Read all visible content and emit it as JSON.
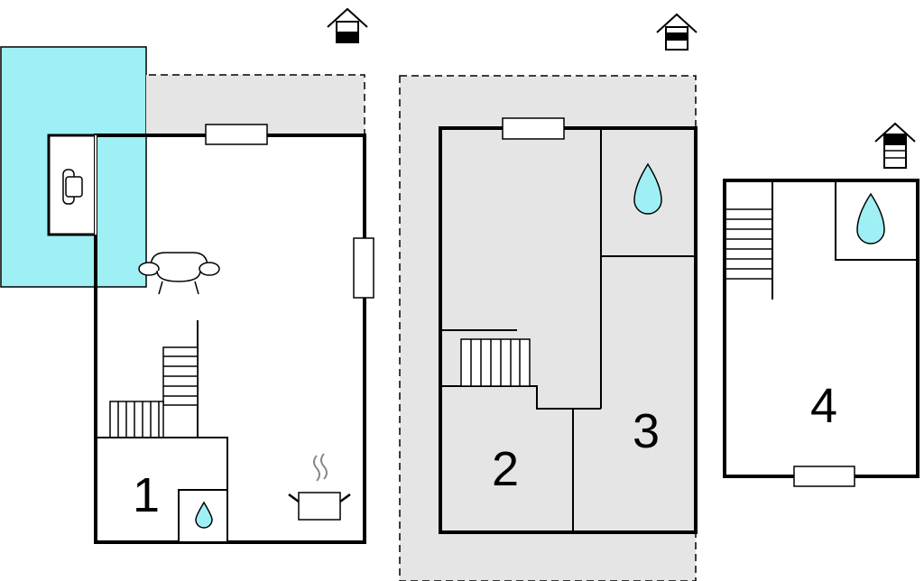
{
  "colors": {
    "terrace": "#9ff0f5",
    "outdoor_area": "#e5e5e5",
    "water": "#9ff0f5",
    "wall": "#000000"
  },
  "rooms": [
    {
      "label": "1"
    },
    {
      "label": "2"
    },
    {
      "label": "3"
    },
    {
      "label": "4"
    }
  ],
  "icons": [
    "house-level-icon",
    "sofa-icon",
    "table-icon",
    "water-drop-icon",
    "cooking-pot-icon",
    "staircase-icon",
    "window-icon"
  ]
}
